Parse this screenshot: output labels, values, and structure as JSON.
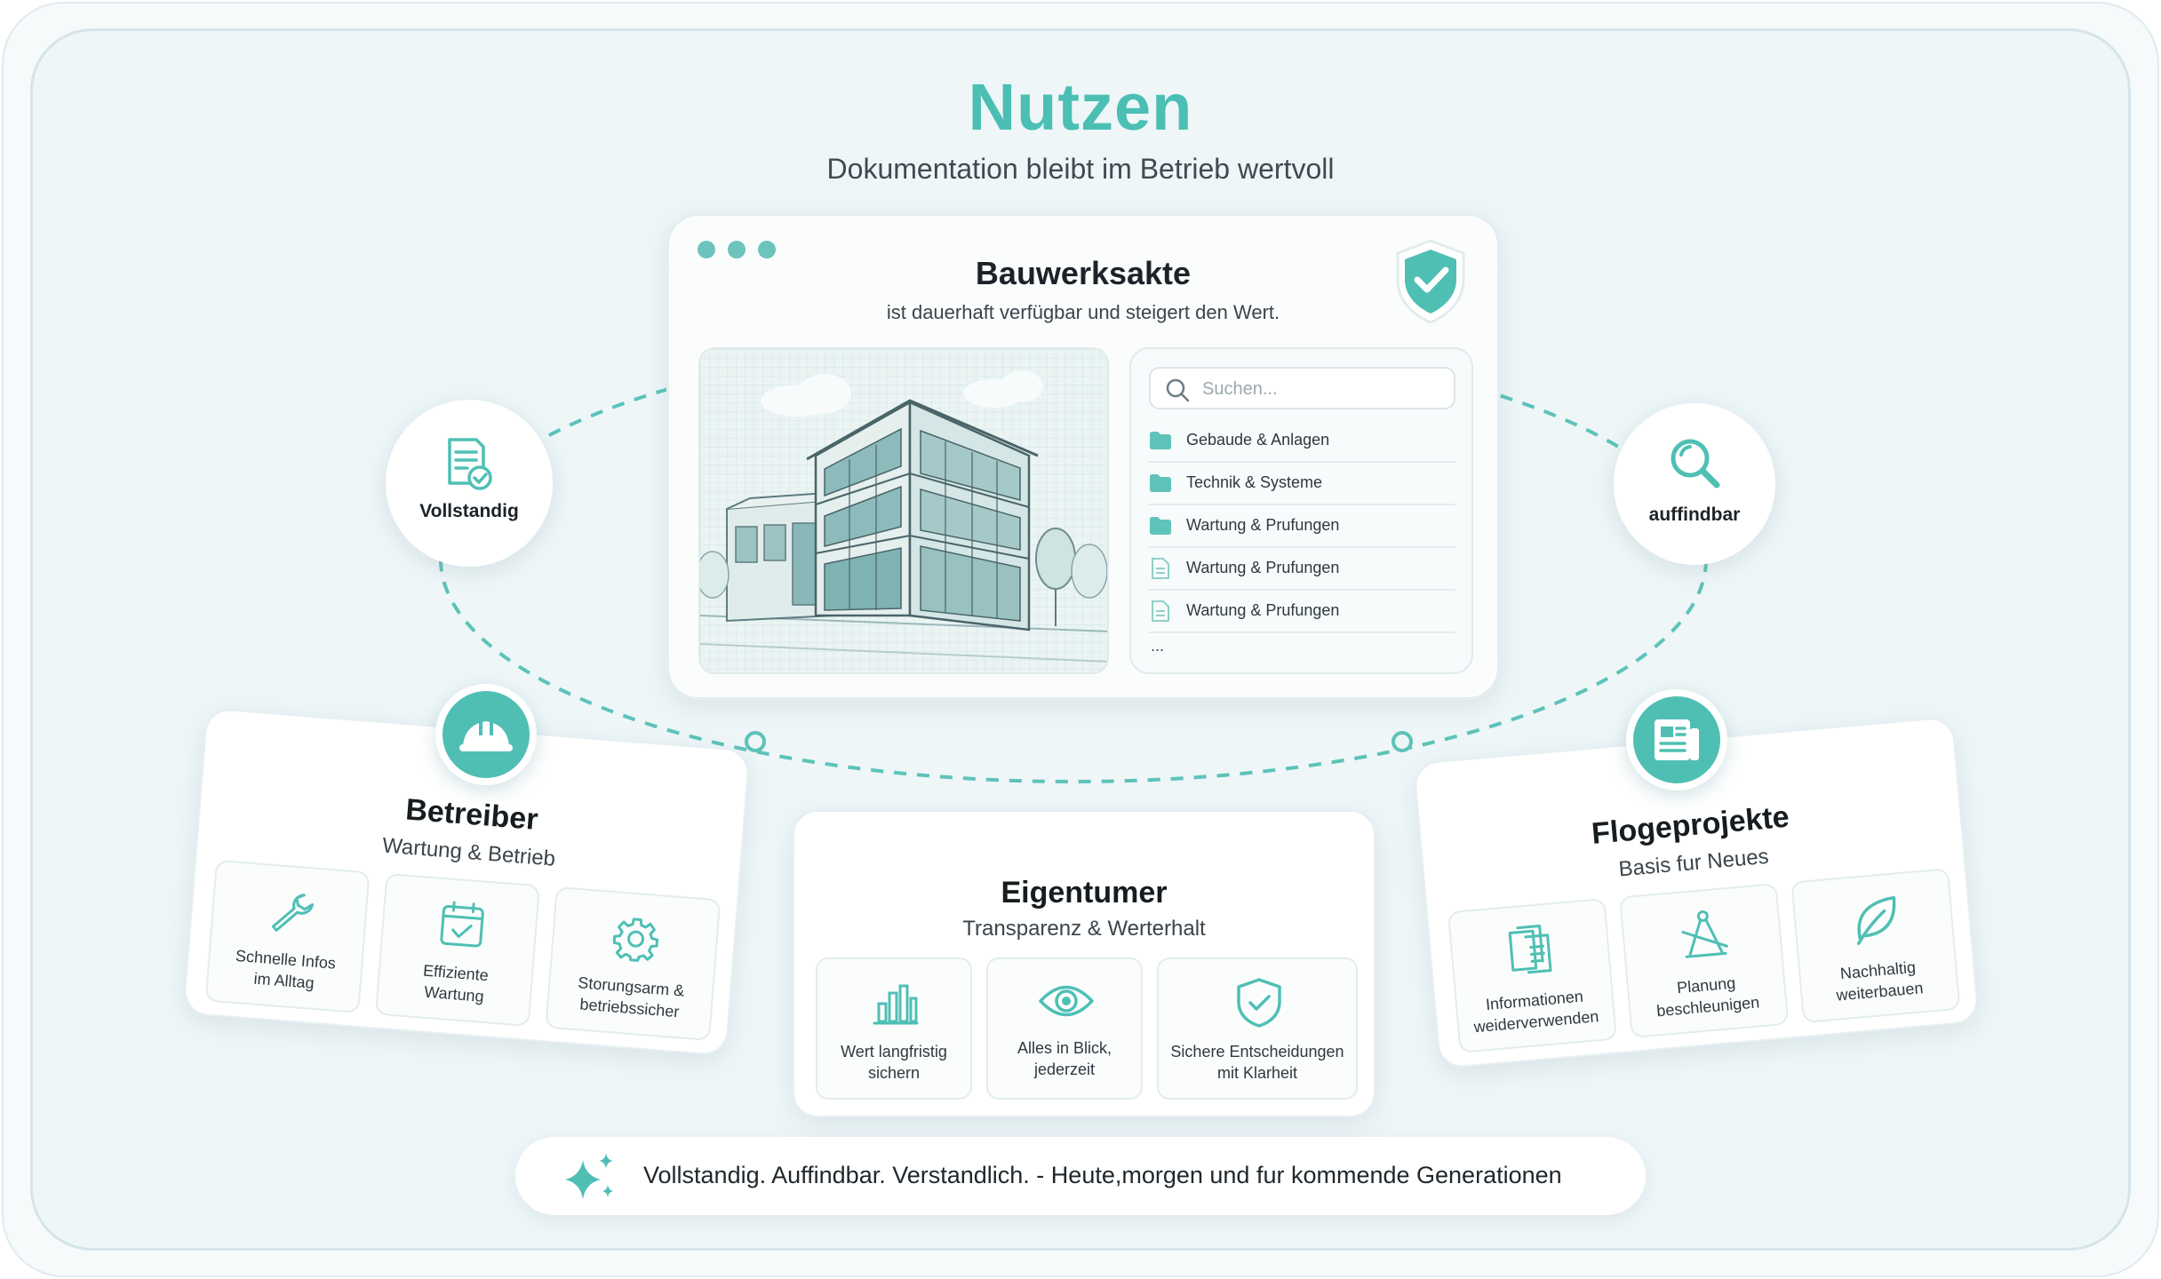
{
  "header": {
    "title": "Nutzen",
    "subtitle": "Dokumentation bleibt im Betrieb wertvoll"
  },
  "main_card": {
    "title": "Bauwerksakte",
    "subtitle": "ist dauerhaft verfügbar und steigert den Wert.",
    "search_placeholder": "Suchen...",
    "items": [
      {
        "label": "Gebaude & Anlagen",
        "icon": "folder-icon"
      },
      {
        "label": "Technik & Systeme",
        "icon": "folder-icon"
      },
      {
        "label": "Wartung & Prufungen",
        "icon": "folder-icon"
      },
      {
        "label": "Wartung & Prufungen",
        "icon": "document-icon"
      },
      {
        "label": "Wartung & Prufungen",
        "icon": "document-icon"
      }
    ],
    "more": "..."
  },
  "left_circle": {
    "label": "Vollstandig",
    "icon": "checked-document-icon"
  },
  "right_circle": {
    "label": "auffindbar",
    "icon": "magnifier-icon"
  },
  "betreiber": {
    "title": "Betreiber",
    "subtitle": "Wartung & Betrieb",
    "icon": "hard-hat-icon",
    "tiles": [
      {
        "line1": "Schnelle Infos",
        "line2": "im Alltag",
        "icon": "wrench-icon"
      },
      {
        "line1": "Effiziente",
        "line2": "Wartung",
        "icon": "calendar-check-icon"
      },
      {
        "line1": "Storungsarm &",
        "line2": "betriebssicher",
        "icon": "gear-icon"
      }
    ]
  },
  "eigentumer": {
    "title": "Eigentumer",
    "subtitle": "Transparenz & Werterhalt",
    "tiles": [
      {
        "line1": "Wert langfristig",
        "line2": "sichern",
        "icon": "bar-chart-icon"
      },
      {
        "line1": "Alles in Blick,",
        "line2": "jederzeit",
        "icon": "eye-icon"
      },
      {
        "line1": "Sichere Entscheidungen",
        "line2": "mit Klarheit",
        "icon": "shield-check-icon"
      }
    ]
  },
  "flogeprojekte": {
    "title": "Flogeprojekte",
    "subtitle": "Basis fur Neues",
    "icon": "newspaper-icon",
    "tiles": [
      {
        "line1": "Informationen",
        "line2": "weiderverwenden",
        "icon": "documents-icon"
      },
      {
        "line1": "Planung",
        "line2": "beschleunigen",
        "icon": "drafting-icon"
      },
      {
        "line1": "Nachhaltig",
        "line2": "weiterbauen",
        "icon": "leaf-icon"
      }
    ]
  },
  "banner": {
    "text": "Vollstandig. Auffindbar. Verstandlich. - Heute,morgen und fur kommende Generationen",
    "icon": "sparkle-icon"
  },
  "colors": {
    "accent": "#4fbfb4",
    "text": "#1c2328",
    "background": "#eef6f8"
  }
}
